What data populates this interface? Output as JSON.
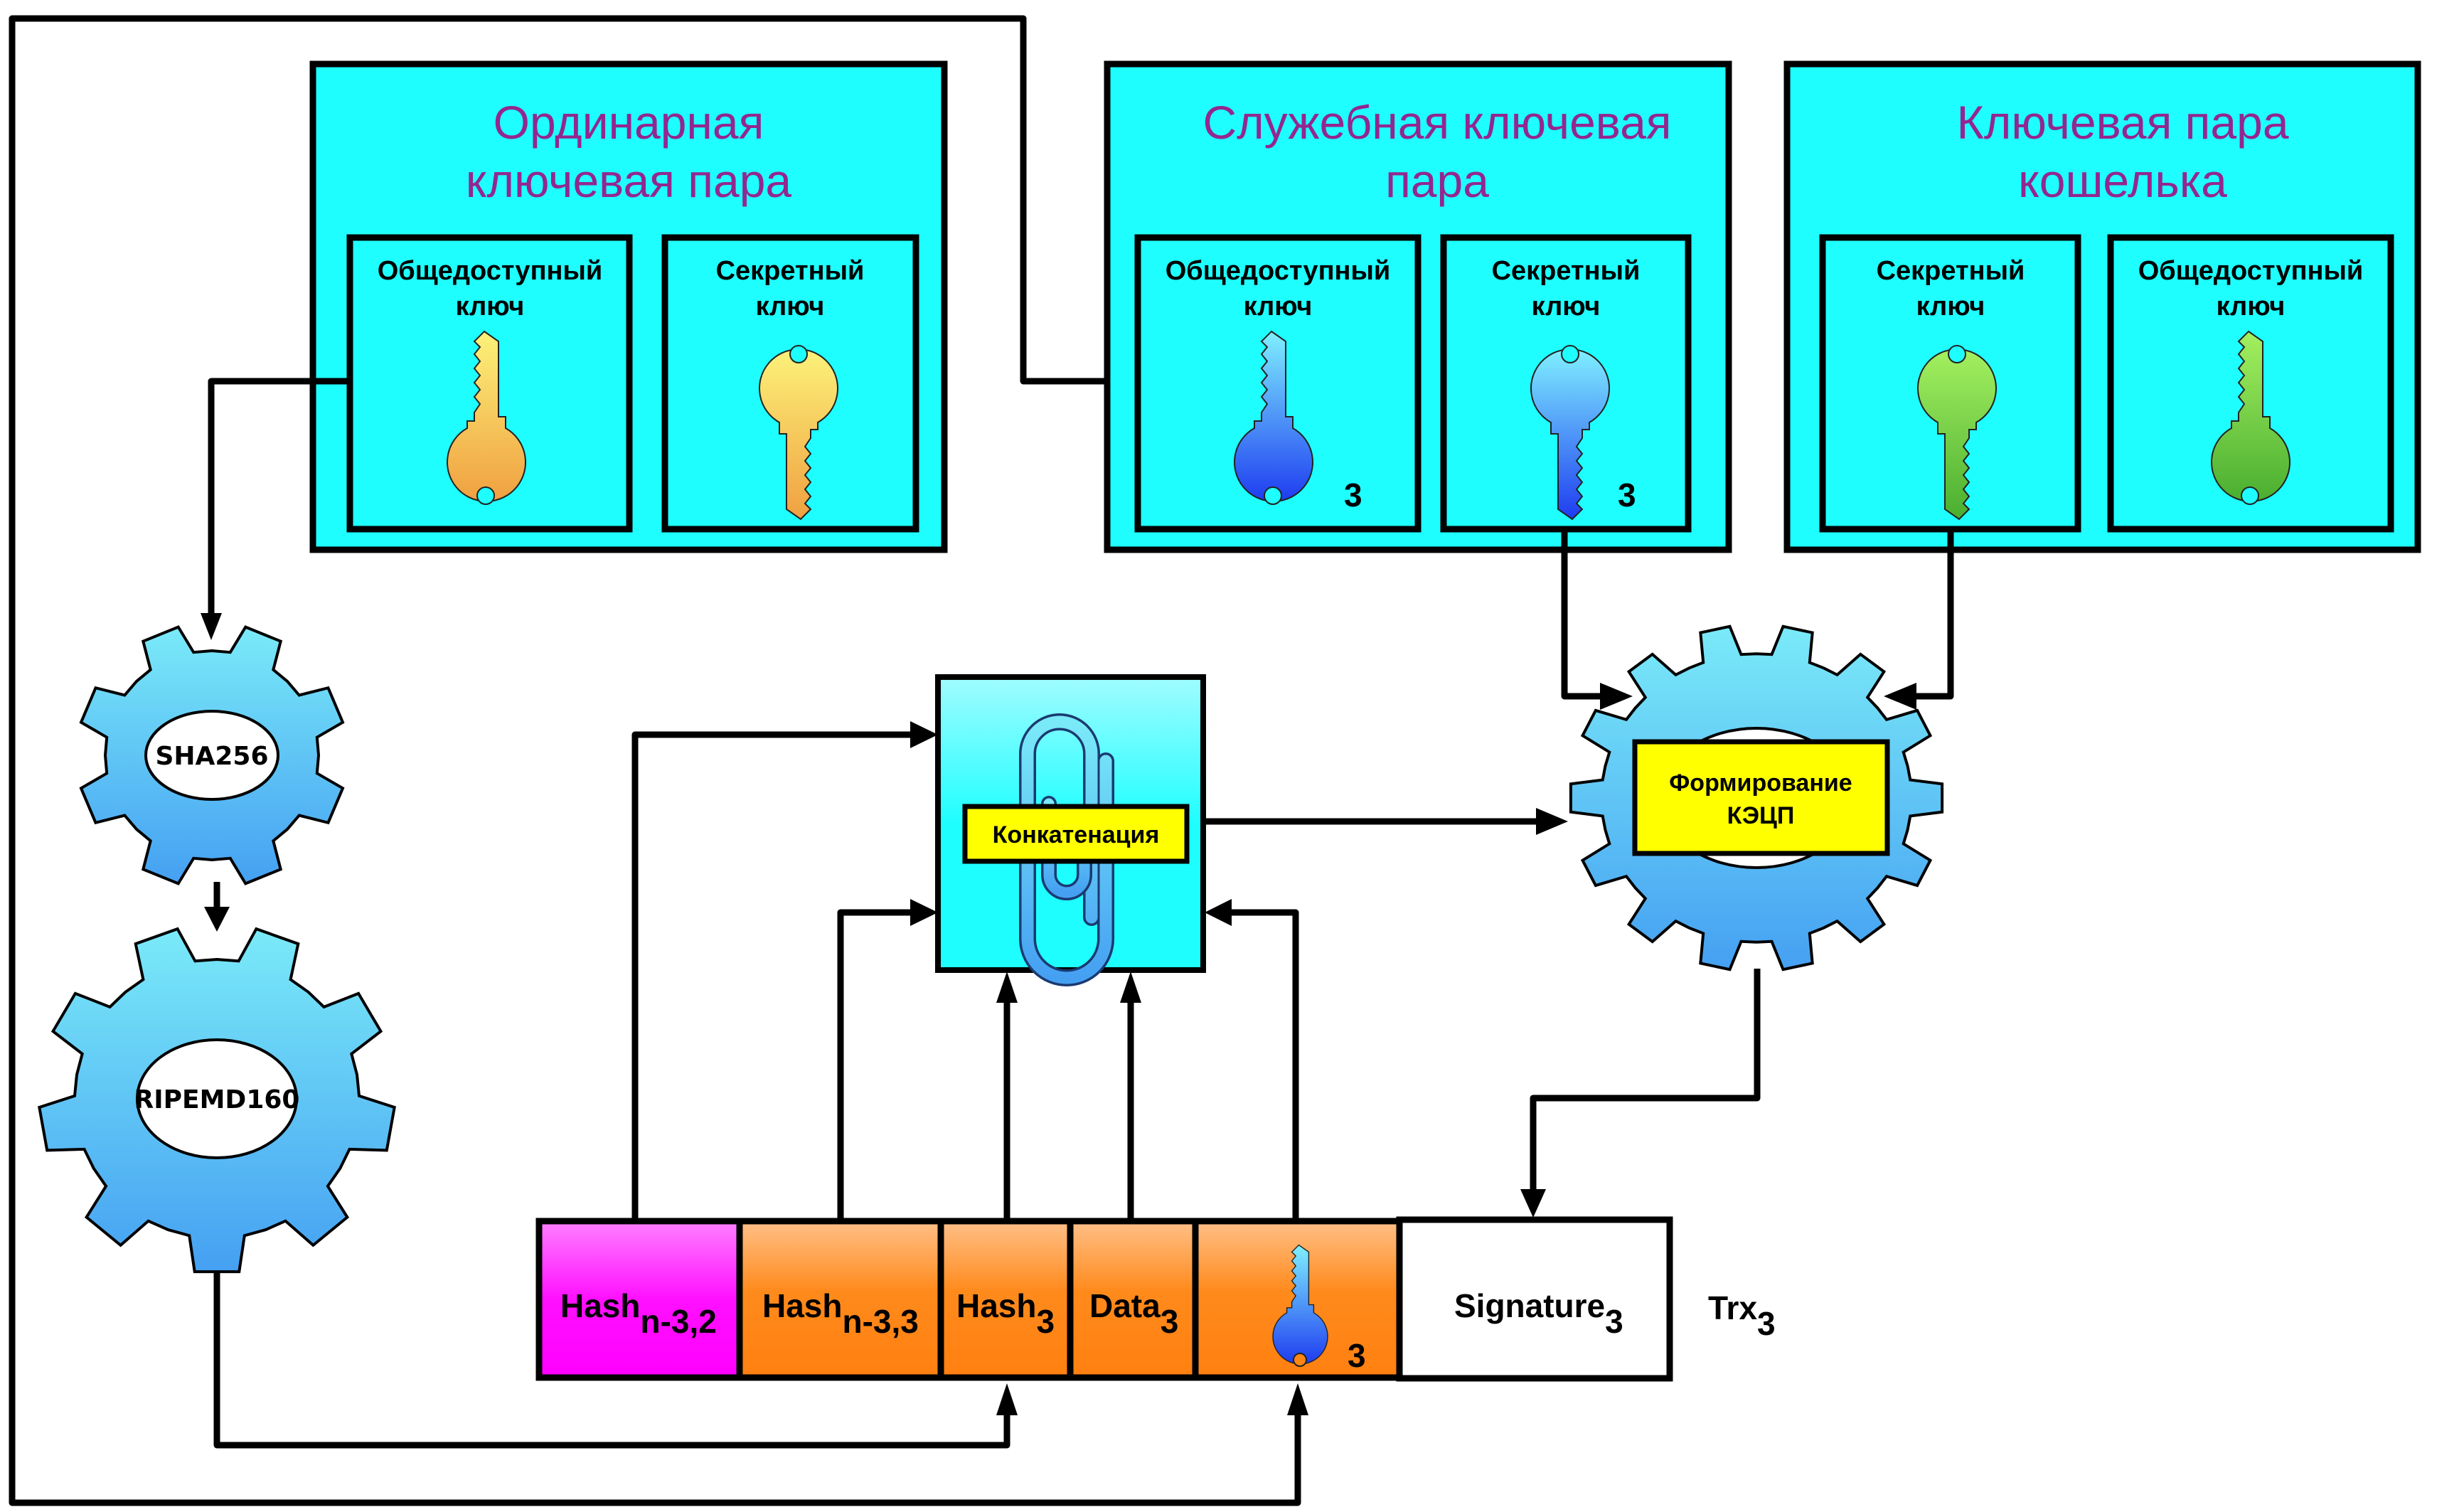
{
  "colors": {
    "panel": "#1ffeff",
    "title": "#93278f",
    "label_box": "#ffff00",
    "gear_top": "#7aeaf8",
    "gear_bottom": "#45a0f2",
    "cell_magenta": "#ff00ff",
    "cell_orange": "#ff8612",
    "orange_key": "#f0a040",
    "blue_key": "#1e4df0",
    "green_key": "#5cbd3a"
  },
  "key_pairs": [
    {
      "id": "ordinary",
      "title_lines": [
        "Ординарная",
        "ключевая пара"
      ],
      "keys": [
        {
          "label_lines": [
            "Общедоступный",
            "ключ"
          ],
          "kind": "public",
          "color": "orange",
          "index": ""
        },
        {
          "label_lines": [
            "Секретный",
            "ключ"
          ],
          "kind": "secret",
          "color": "orange",
          "index": ""
        }
      ]
    },
    {
      "id": "service",
      "title_lines": [
        "Служебная ключевая",
        "пара"
      ],
      "keys": [
        {
          "label_lines": [
            "Общедоступный",
            "ключ"
          ],
          "kind": "public",
          "color": "blue",
          "index": "3"
        },
        {
          "label_lines": [
            "Секретный",
            "ключ"
          ],
          "kind": "secret",
          "color": "blue",
          "index": "3"
        }
      ]
    },
    {
      "id": "wallet",
      "title_lines": [
        "Ключевая пара",
        "кошелька"
      ],
      "keys": [
        {
          "label_lines": [
            "Секретный",
            "ключ"
          ],
          "kind": "secret",
          "color": "green",
          "index": ""
        },
        {
          "label_lines": [
            "Общедоступный",
            "ключ"
          ],
          "kind": "public",
          "color": "green",
          "index": ""
        }
      ]
    }
  ],
  "gears": {
    "sha": {
      "label": "SHA256"
    },
    "ripemd": {
      "label": "RIPEMD160"
    },
    "signing": {
      "label_lines": [
        "Формирование",
        "КЭЦП"
      ]
    }
  },
  "concat": {
    "label": "Конкатенация"
  },
  "transaction": {
    "label": "Trx",
    "label_sub": "3",
    "cells": [
      {
        "main": "Hash",
        "sub": "n-3,2",
        "fill": "magenta"
      },
      {
        "main": "Hash",
        "sub": "n-3,3",
        "fill": "orange"
      },
      {
        "main": "Hash",
        "sub": "3",
        "fill": "orange"
      },
      {
        "main": "Data",
        "sub": "3",
        "fill": "orange"
      },
      {
        "main": "",
        "sub": "",
        "fill": "orange",
        "key_index": "3"
      },
      {
        "main": "Signature",
        "sub": "3",
        "fill": "white"
      }
    ]
  }
}
